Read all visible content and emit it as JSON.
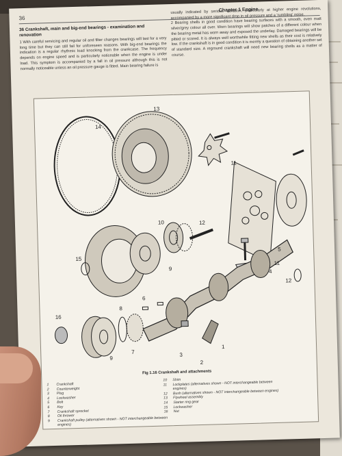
{
  "header": {
    "page_number": "36",
    "chapter": "Chapter 1 Engine"
  },
  "section": {
    "title": "36 Crankshaft, main and big-end bearings - examination and renovation"
  },
  "left_column": {
    "para1": "1 With careful servicing and regular oil and filter changes bearings will last for a very long time but they can still fail for unforeseen reasons. With big-end bearings the indication is a regular rhythmic load knocking from the crankcase. The frequency depends on engine speed and is particularly noticeable when the engine is under load. This symptom is accompanied by a fall in oil pressure although this is not normally noticeable unless an oil pressure gauge is fitted. Main bearing failure is"
  },
  "right_column": {
    "para1": "usually indicated by serious vibration, particularly at higher engine revolutions, accompanied by a more significant drop in oil pressure and a 'rumbling' noise.",
    "para2": "2 Bearing shells in good condition have bearing surfaces with a smooth, even matt silver/grey colour all over. Worn bearings will show patches of a different colour when the bearing metal has worn away and exposed the underlay. Damaged bearings will be pitted or scored. It is always well worthwhile fitting new shells as their cost is relatively low. If the crankshaft is in good condition it is merely a question of obtaining another set of standard size. A reground crankshaft will need new bearing shells as a matter of course."
  },
  "figure": {
    "caption": "Fig 1.16 Crankshaft and attachments",
    "callouts": [
      "1",
      "2",
      "3",
      "4",
      "5",
      "6",
      "7",
      "8",
      "9",
      "10",
      "11",
      "12",
      "13",
      "14",
      "15",
      "16"
    ]
  },
  "legend": {
    "left": [
      {
        "num": "1",
        "text": "Crankshaft"
      },
      {
        "num": "2",
        "text": "Counterweight"
      },
      {
        "num": "3",
        "text": "Plug"
      },
      {
        "num": "4",
        "text": "Lockwasher"
      },
      {
        "num": "5",
        "text": "Bolt"
      },
      {
        "num": "6",
        "text": "Key"
      },
      {
        "num": "7",
        "text": "Crankshaft sprocket"
      },
      {
        "num": "8",
        "text": "Oil thrower"
      },
      {
        "num": "9",
        "text": "Crankshaft pulley (alternatives shown - NOT interchangeable between engines)"
      }
    ],
    "right": [
      {
        "num": "10",
        "text": "Shim"
      },
      {
        "num": "11",
        "text": "Lockplates (alternatives shown - NOT interchangeable between engines)"
      },
      {
        "num": "12",
        "text": "Bush (alternatives shown - NOT interchangeable between engines)"
      },
      {
        "num": "13",
        "text": "Flywheel assembly"
      },
      {
        "num": "14",
        "text": "Starter ring gear"
      },
      {
        "num": "15",
        "text": "Lockwasher"
      },
      {
        "num": "16",
        "text": "Nut"
      }
    ]
  }
}
